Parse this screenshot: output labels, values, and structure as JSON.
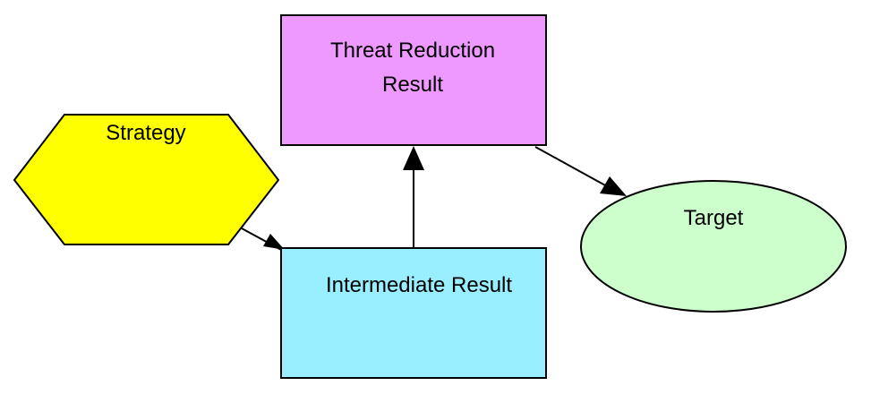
{
  "diagram": {
    "nodes": {
      "strategy": {
        "label": "Strategy",
        "shape": "hexagon",
        "fill": "#FFFF00"
      },
      "intermediate_result": {
        "label": "Intermediate Result",
        "shape": "rectangle",
        "fill": "#99EEFF"
      },
      "threat_reduction_result": {
        "label_line1": "Threat Reduction",
        "label_line2": "Result",
        "shape": "rectangle",
        "fill": "#EE99FF"
      },
      "target": {
        "label": "Target",
        "shape": "ellipse",
        "fill": "#CCFFCC"
      }
    },
    "edges": [
      {
        "from": "Strategy",
        "to": "Intermediate Result"
      },
      {
        "from": "Intermediate Result",
        "to": "Threat Reduction Result"
      },
      {
        "from": "Threat Reduction Result",
        "to": "Target"
      }
    ],
    "stroke_color": "#000000"
  }
}
